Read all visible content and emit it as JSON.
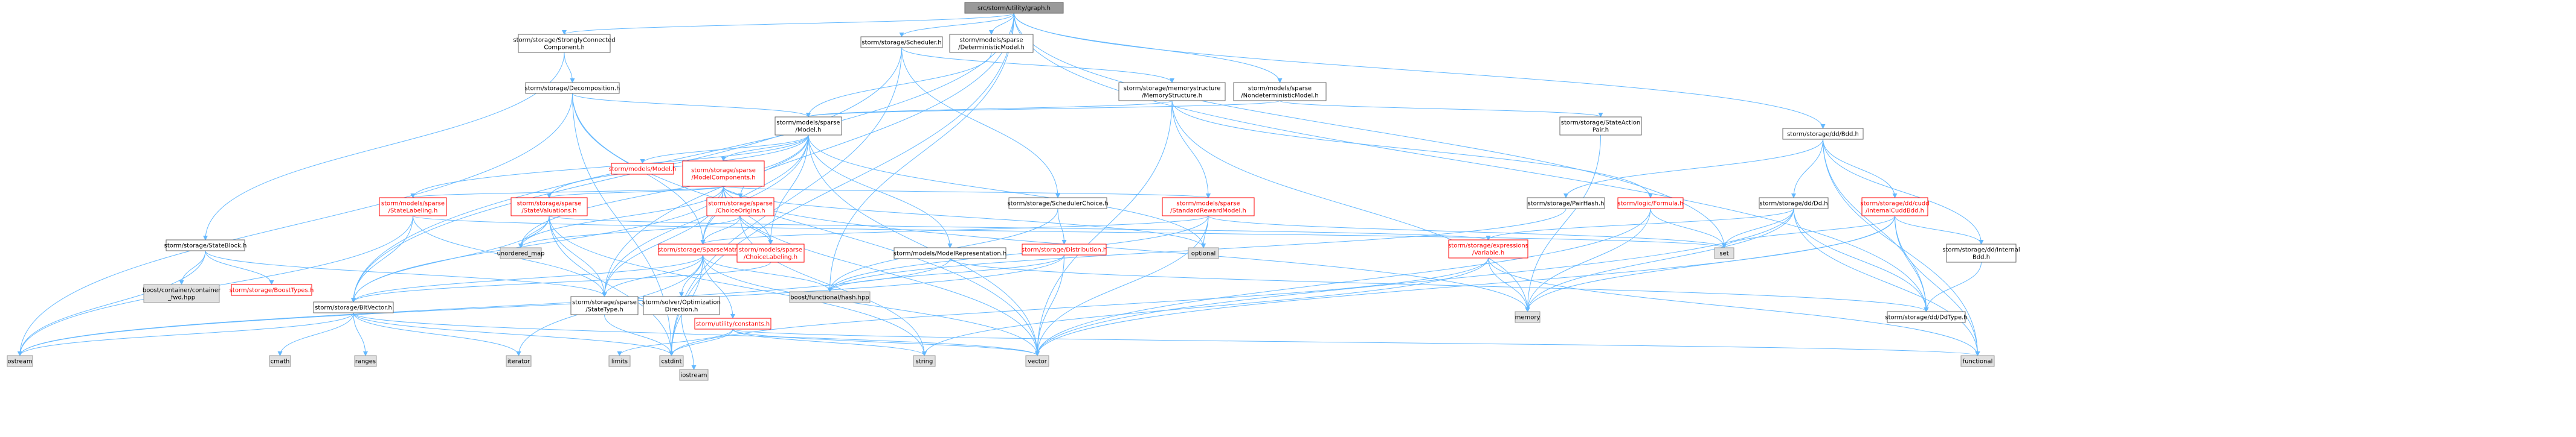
{
  "title": "src/storm/utility/graph.h",
  "colors": {
    "root_fill": "#999999",
    "normal_fill": "#ffffff",
    "normal_stroke": "#666666",
    "red_fill": "#ffffff",
    "red_stroke": "#ff0000",
    "red_text": "#ff0000",
    "grey_fill": "#e0e0e0",
    "grey_stroke": "#999999",
    "text": "#000000",
    "edge": "#63b8ff"
  },
  "nodes": {
    "root": {
      "lines": [
        "src/storm/utility/graph.h"
      ],
      "style": "root"
    },
    "scc": {
      "lines": [
        "storm/storage/StronglyConnected",
        "Component.h"
      ],
      "style": "normal"
    },
    "scheduler": {
      "lines": [
        "storm/storage/Scheduler.h"
      ],
      "style": "normal"
    },
    "detmodel": {
      "lines": [
        "storm/models/sparse",
        "/DeterministicModel.h"
      ],
      "style": "normal"
    },
    "nondetmodel": {
      "lines": [
        "storm/models/sparse",
        "/NondeterministicModel.h"
      ],
      "style": "normal"
    },
    "memstruct": {
      "lines": [
        "storm/storage/memorystructure",
        "/MemoryStructure.h"
      ],
      "style": "normal"
    },
    "decomp": {
      "lines": [
        "storm/storage/Decomposition.h"
      ],
      "style": "normal"
    },
    "sparsemodel": {
      "lines": [
        "storm/models/sparse",
        "/Model.h"
      ],
      "style": "normal"
    },
    "stateaction": {
      "lines": [
        "storm/storage/StateAction",
        "Pair.h"
      ],
      "style": "normal"
    },
    "ddbdd": {
      "lines": [
        "storm/storage/dd/Bdd.h"
      ],
      "style": "normal"
    },
    "modelh": {
      "lines": [
        "storm/models/Model.h"
      ],
      "style": "red"
    },
    "modelcomp": {
      "lines": [
        "storm/storage/sparse",
        "/ModelComponents.h"
      ],
      "style": "red"
    },
    "statelabeling": {
      "lines": [
        "storm/models/sparse",
        "/StateLabeling.h"
      ],
      "style": "red"
    },
    "statevaluations": {
      "lines": [
        "storm/storage/sparse",
        "/StateValuations.h"
      ],
      "style": "red"
    },
    "choiceorigins": {
      "lines": [
        "storm/storage/sparse",
        "/ChoiceOrigins.h"
      ],
      "style": "red"
    },
    "schedchoice": {
      "lines": [
        "storm/storage/SchedulerChoice.h"
      ],
      "style": "normal"
    },
    "stdreward": {
      "lines": [
        "storm/models/sparse",
        "/StandardRewardModel.h"
      ],
      "style": "red"
    },
    "pairhash": {
      "lines": [
        "storm/storage/PairHash.h"
      ],
      "style": "normal"
    },
    "formula": {
      "lines": [
        "storm/logic/Formula.h"
      ],
      "style": "red"
    },
    "dddd": {
      "lines": [
        "storm/storage/dd/Dd.h"
      ],
      "style": "normal"
    },
    "cudd": {
      "lines": [
        "storm/storage/dd/cudd",
        "/InternalCuddBdd.h"
      ],
      "style": "red"
    },
    "stateblock": {
      "lines": [
        "storm/storage/StateBlock.h"
      ],
      "style": "normal"
    },
    "unordered": {
      "lines": [
        "unordered_map"
      ],
      "style": "grey"
    },
    "sparsematrix": {
      "lines": [
        "storm/storage/SparseMatrix.h"
      ],
      "style": "red"
    },
    "choicelabeling": {
      "lines": [
        "storm/models/sparse",
        "/ChoiceLabeling.h"
      ],
      "style": "red"
    },
    "modelrep": {
      "lines": [
        "storm/models/ModelRepresentation.h"
      ],
      "style": "normal"
    },
    "distribution": {
      "lines": [
        "storm/storage/Distribution.h"
      ],
      "style": "red"
    },
    "optional": {
      "lines": [
        "optional"
      ],
      "style": "grey"
    },
    "exprvar": {
      "lines": [
        "storm/storage/expressions",
        "/Variable.h"
      ],
      "style": "red"
    },
    "set": {
      "lines": [
        "set"
      ],
      "style": "grey"
    },
    "ddinternal": {
      "lines": [
        "storm/storage/dd/Internal",
        "Bdd.h"
      ],
      "style": "normal"
    },
    "bitvector": {
      "lines": [
        "storm/storage/BitVector.h"
      ],
      "style": "normal"
    },
    "boostflat": {
      "lines": [
        "boost/container/container",
        "_fwd.hpp"
      ],
      "style": "grey"
    },
    "boosttypes": {
      "lines": [
        "storm/storage/BoostTypes.h"
      ],
      "style": "red"
    },
    "statetype": {
      "lines": [
        "storm/storage/sparse",
        "/StateType.h"
      ],
      "style": "normal"
    },
    "optdir": {
      "lines": [
        "storm/solver/Optimization",
        "Direction.h"
      ],
      "style": "normal"
    },
    "constants": {
      "lines": [
        "storm/utility/constants.h"
      ],
      "style": "red"
    },
    "boosthash": {
      "lines": [
        "boost/functional/hash.hpp"
      ],
      "style": "grey"
    },
    "memory": {
      "lines": [
        "memory"
      ],
      "style": "grey"
    },
    "ddtype": {
      "lines": [
        "storm/storage/dd/DdType.h"
      ],
      "style": "normal"
    },
    "ostream": {
      "lines": [
        "ostream"
      ],
      "style": "grey"
    },
    "cmath": {
      "lines": [
        "cmath"
      ],
      "style": "grey"
    },
    "ranges": {
      "lines": [
        "ranges"
      ],
      "style": "grey"
    },
    "iterator": {
      "lines": [
        "iterator"
      ],
      "style": "grey"
    },
    "limits": {
      "lines": [
        "limits"
      ],
      "style": "grey"
    },
    "cstdint": {
      "lines": [
        "cstdint"
      ],
      "style": "grey"
    },
    "iostream": {
      "lines": [
        "iostream"
      ],
      "style": "grey"
    },
    "string": {
      "lines": [
        "string"
      ],
      "style": "grey"
    },
    "vector": {
      "lines": [
        "vector"
      ],
      "style": "grey"
    },
    "functional": {
      "lines": [
        "functional"
      ],
      "style": "grey"
    }
  },
  "edges": [
    [
      "root",
      "scc"
    ],
    [
      "root",
      "scheduler"
    ],
    [
      "root",
      "detmodel"
    ],
    [
      "root",
      "nondetmodel"
    ],
    [
      "root",
      "ddbdd"
    ],
    [
      "root",
      "set"
    ],
    [
      "root",
      "statetype"
    ],
    [
      "root",
      "bitvector"
    ],
    [
      "root",
      "cstdint"
    ],
    [
      "root",
      "ddtype"
    ],
    [
      "root",
      "boosthash"
    ],
    [
      "scc",
      "decomp"
    ],
    [
      "scc",
      "stateblock"
    ],
    [
      "scheduler",
      "memstruct"
    ],
    [
      "scheduler",
      "schedchoice"
    ],
    [
      "scheduler",
      "bitvector"
    ],
    [
      "scheduler",
      "cstdint"
    ],
    [
      "detmodel",
      "sparsemodel"
    ],
    [
      "nondetmodel",
      "sparsemodel"
    ],
    [
      "nondetmodel",
      "stateaction"
    ],
    [
      "memstruct",
      "sparsemodel"
    ],
    [
      "memstruct",
      "formula"
    ],
    [
      "memstruct",
      "stdreward"
    ],
    [
      "memstruct",
      "vector"
    ],
    [
      "memstruct",
      "memory"
    ],
    [
      "decomp",
      "sparsemodel"
    ],
    [
      "decomp",
      "sparsematrix"
    ],
    [
      "decomp",
      "vector"
    ],
    [
      "decomp",
      "ostream"
    ],
    [
      "decomp",
      "cstdint"
    ],
    [
      "sparsemodel",
      "modelh"
    ],
    [
      "sparsemodel",
      "modelcomp"
    ],
    [
      "sparsemodel",
      "statelabeling"
    ],
    [
      "sparsemodel",
      "statevaluations"
    ],
    [
      "sparsemodel",
      "choiceorigins"
    ],
    [
      "sparsemodel",
      "choicelabeling"
    ],
    [
      "sparsemodel",
      "sparsematrix"
    ],
    [
      "sparsemodel",
      "modelrep"
    ],
    [
      "sparsemodel",
      "unordered"
    ],
    [
      "sparsemodel",
      "optional"
    ],
    [
      "sparsemodel",
      "vector"
    ],
    [
      "sparsemodel",
      "statetype"
    ],
    [
      "stateaction",
      "memory"
    ],
    [
      "ddbdd",
      "pairhash"
    ],
    [
      "ddbdd",
      "dddd"
    ],
    [
      "ddbdd",
      "cudd"
    ],
    [
      "ddbdd",
      "ddinternal"
    ],
    [
      "ddbdd",
      "ddtype"
    ],
    [
      "ddbdd",
      "functional"
    ],
    [
      "modelcomp",
      "statelabeling"
    ],
    [
      "modelcomp",
      "statevaluations"
    ],
    [
      "modelcomp",
      "choiceorigins"
    ],
    [
      "modelcomp",
      "choicelabeling"
    ],
    [
      "modelcomp",
      "sparsematrix"
    ],
    [
      "modelcomp",
      "stdreward"
    ],
    [
      "modelcomp",
      "bitvector"
    ],
    [
      "modelcomp",
      "unordered"
    ],
    [
      "modelcomp",
      "optional"
    ],
    [
      "modelcomp",
      "vector"
    ],
    [
      "modelcomp",
      "memory"
    ],
    [
      "modelcomp",
      "statetype"
    ],
    [
      "statelabeling",
      "bitvector"
    ],
    [
      "statelabeling",
      "statetype"
    ],
    [
      "statelabeling",
      "ostream"
    ],
    [
      "statelabeling",
      "set"
    ],
    [
      "statevaluations",
      "bitvector"
    ],
    [
      "statevaluations",
      "statetype"
    ],
    [
      "statevaluations",
      "unordered"
    ],
    [
      "statevaluations",
      "exprvar"
    ],
    [
      "statevaluations",
      "cstdint"
    ],
    [
      "statevaluations",
      "string"
    ],
    [
      "choiceorigins",
      "choicelabeling"
    ],
    [
      "choiceorigins",
      "sparsematrix"
    ],
    [
      "choiceorigins",
      "unordered"
    ],
    [
      "choiceorigins",
      "string"
    ],
    [
      "schedchoice",
      "distribution"
    ],
    [
      "schedchoice",
      "boosthash"
    ],
    [
      "stdreward",
      "sparsematrix"
    ],
    [
      "stdreward",
      "optional"
    ],
    [
      "stdreward",
      "set"
    ],
    [
      "stdreward",
      "vector"
    ],
    [
      "stdreward",
      "boosthash"
    ],
    [
      "pairhash",
      "boosthash"
    ],
    [
      "formula",
      "set"
    ],
    [
      "formula",
      "memory"
    ],
    [
      "formula",
      "vector"
    ],
    [
      "dddd",
      "exprvar"
    ],
    [
      "dddd",
      "set"
    ],
    [
      "dddd",
      "vector"
    ],
    [
      "dddd",
      "ddtype"
    ],
    [
      "dddd",
      "memory"
    ],
    [
      "dddd",
      "functional"
    ],
    [
      "cudd",
      "set"
    ],
    [
      "cudd",
      "ddinternal"
    ],
    [
      "cudd",
      "ddtype"
    ],
    [
      "cudd",
      "memory"
    ],
    [
      "cudd",
      "functional"
    ],
    [
      "cudd",
      "vector"
    ],
    [
      "ddinternal",
      "ddtype"
    ],
    [
      "stateblock",
      "boostflat"
    ],
    [
      "stateblock",
      "boosttypes"
    ],
    [
      "stateblock",
      "statetype"
    ],
    [
      "stateblock",
      "ostream"
    ],
    [
      "sparsematrix",
      "bitvector"
    ],
    [
      "sparsematrix",
      "statetype"
    ],
    [
      "sparsematrix",
      "optdir"
    ],
    [
      "sparsematrix",
      "constants"
    ],
    [
      "sparsematrix",
      "boosthash"
    ],
    [
      "sparsematrix",
      "iterator"
    ],
    [
      "sparsematrix",
      "vector"
    ],
    [
      "sparsematrix",
      "cstdint"
    ],
    [
      "choicelabeling",
      "bitvector"
    ],
    [
      "modelrep",
      "ostream"
    ],
    [
      "modelrep",
      "ddtype"
    ],
    [
      "distribution",
      "vector"
    ],
    [
      "distribution",
      "ostream"
    ],
    [
      "distribution",
      "boosthash"
    ],
    [
      "exprvar",
      "memory"
    ],
    [
      "exprvar",
      "functional"
    ],
    [
      "exprvar",
      "cstdint"
    ],
    [
      "exprvar",
      "string"
    ],
    [
      "bitvector",
      "ostream"
    ],
    [
      "bitvector",
      "cmath"
    ],
    [
      "bitvector",
      "ranges"
    ],
    [
      "bitvector",
      "iterator"
    ],
    [
      "bitvector",
      "cstdint"
    ],
    [
      "bitvector",
      "vector"
    ],
    [
      "statetype",
      "cstdint"
    ],
    [
      "optdir",
      "iostream"
    ],
    [
      "constants",
      "limits"
    ],
    [
      "constants",
      "cstdint"
    ],
    [
      "constants",
      "string"
    ],
    [
      "constants",
      "vector"
    ],
    [
      "constants",
      "functional"
    ]
  ]
}
